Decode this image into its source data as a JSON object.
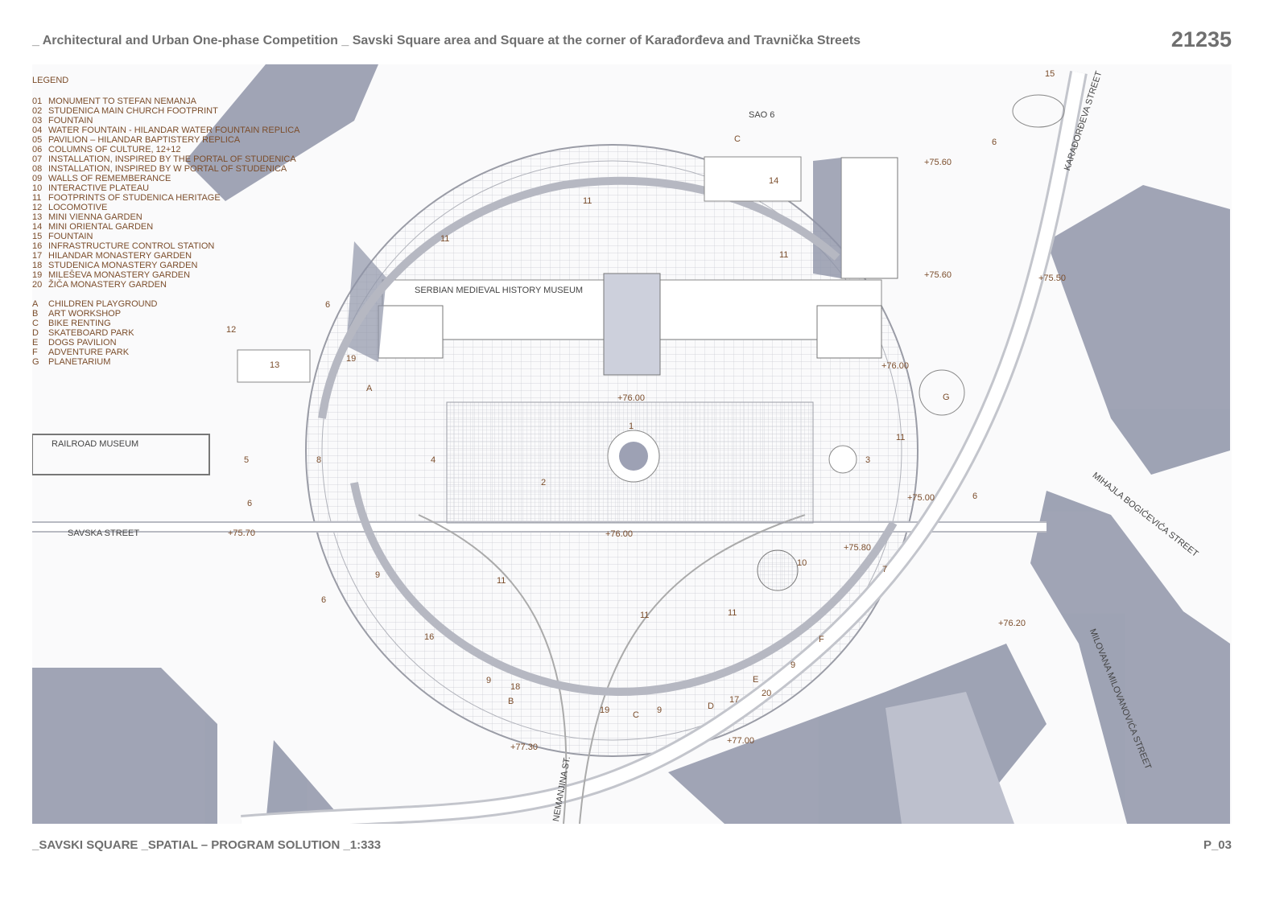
{
  "header": {
    "title": "_ Architectural and Urban One-phase Competition _ Savski Square area and Square at the corner of Karađorđeva and Travnička Streets",
    "number": "21235"
  },
  "footer": {
    "title": "_SAVSKI SQUARE _SPATIAL – PROGRAM SOLUTION _1:333",
    "page": "P_03"
  },
  "legend": {
    "title": "LEGEND",
    "items": [
      {
        "k": "01",
        "v": "MONUMENT TO STEFAN NEMANJA"
      },
      {
        "k": "02",
        "v": "STUDENICA MAIN CHURCH FOOTPRINT"
      },
      {
        "k": "03",
        "v": "FOUNTAIN"
      },
      {
        "k": "04",
        "v": "WATER FOUNTAIN  - HILANDAR WATER FOUNTAIN REPLICA"
      },
      {
        "k": "05",
        "v": "PAVILION – HILANDAR BAPTISTERY REPLICA"
      },
      {
        "k": "06",
        "v": "COLUMNS OF CULTURE, 12+12"
      },
      {
        "k": "07",
        "v": "INSTALLATION, INSPIRED BY THE PORTAL OF STUDENICA"
      },
      {
        "k": "08",
        "v": "INSTALLATION, INSPIRED BY W PORTAL OF STUDENICA"
      },
      {
        "k": "09",
        "v": "WALLS OF REMEMBERANCE"
      },
      {
        "k": "10",
        "v": "INTERACTIVE PLATEAU"
      },
      {
        "k": "11",
        "v": "FOOTPRINTS OF STUDENICA HERITAGE"
      },
      {
        "k": "12",
        "v": "LOCOMOTIVE"
      },
      {
        "k": "13",
        "v": "MINI VIENNA GARDEN"
      },
      {
        "k": "14",
        "v": "MINI ORIENTAL GARDEN"
      },
      {
        "k": "15",
        "v": "FOUNTAIN"
      },
      {
        "k": "16",
        "v": "INFRASTRUCTURE CONTROL STATION"
      },
      {
        "k": "17",
        "v": "HILANDAR MONASTERY GARDEN"
      },
      {
        "k": "18",
        "v": "STUDENICA MONASTERY GARDEN"
      },
      {
        "k": "19",
        "v": "MILEŠEVA MONASTERY GARDEN"
      },
      {
        "k": "20",
        "v": "ŽIČA MONASTERY GARDEN"
      }
    ],
    "letters": [
      {
        "k": "A",
        "v": "CHILDREN PLAYGROUND"
      },
      {
        "k": "B",
        "v": "ART WORKSHOP"
      },
      {
        "k": "C",
        "v": "BIKE RENTING"
      },
      {
        "k": "D",
        "v": "SKATEBOARD PARK"
      },
      {
        "k": "E",
        "v": "DOGS PAVILION"
      },
      {
        "k": "F",
        "v": "ADVENTURE PARK"
      },
      {
        "k": "G",
        "v": "PLANETARIUM"
      }
    ]
  },
  "streets": {
    "karadjordjeva": "KARAĐORĐEVA STREET",
    "mihajla": "MIHAJLA BOGIĆEVIĆA STREET",
    "milovana": "MILOVANA MILOVANOVIĆA STREET",
    "savska": "SAVSKA STREET",
    "nemanjina": "NEMANJINA ST.",
    "museum": "SERBIAN MEDIEVAL HISTORY MUSEUM",
    "railroad": "RAILROAD MUSEUM",
    "sao": "SAO 6"
  },
  "levels": [
    "+75.60",
    "+75.60",
    "+75.50",
    "+76.00",
    "+76.00",
    "+75.00",
    "+75.70",
    "+76.00",
    "+75.80",
    "+76.20",
    "+77.00",
    "+77.30"
  ],
  "marks": [
    "15",
    "C",
    "6",
    "14",
    "11",
    "11",
    "11",
    "6",
    "12",
    "13",
    "19",
    "A",
    "1",
    "5",
    "8",
    "4",
    "2",
    "3",
    "11",
    "6",
    "6",
    "6",
    "9",
    "11",
    "10",
    "7",
    "16",
    "11",
    "11",
    "F",
    "9",
    "9",
    "18",
    "B",
    "19",
    "C",
    "9",
    "D",
    "17",
    "E",
    "20",
    "G"
  ]
}
